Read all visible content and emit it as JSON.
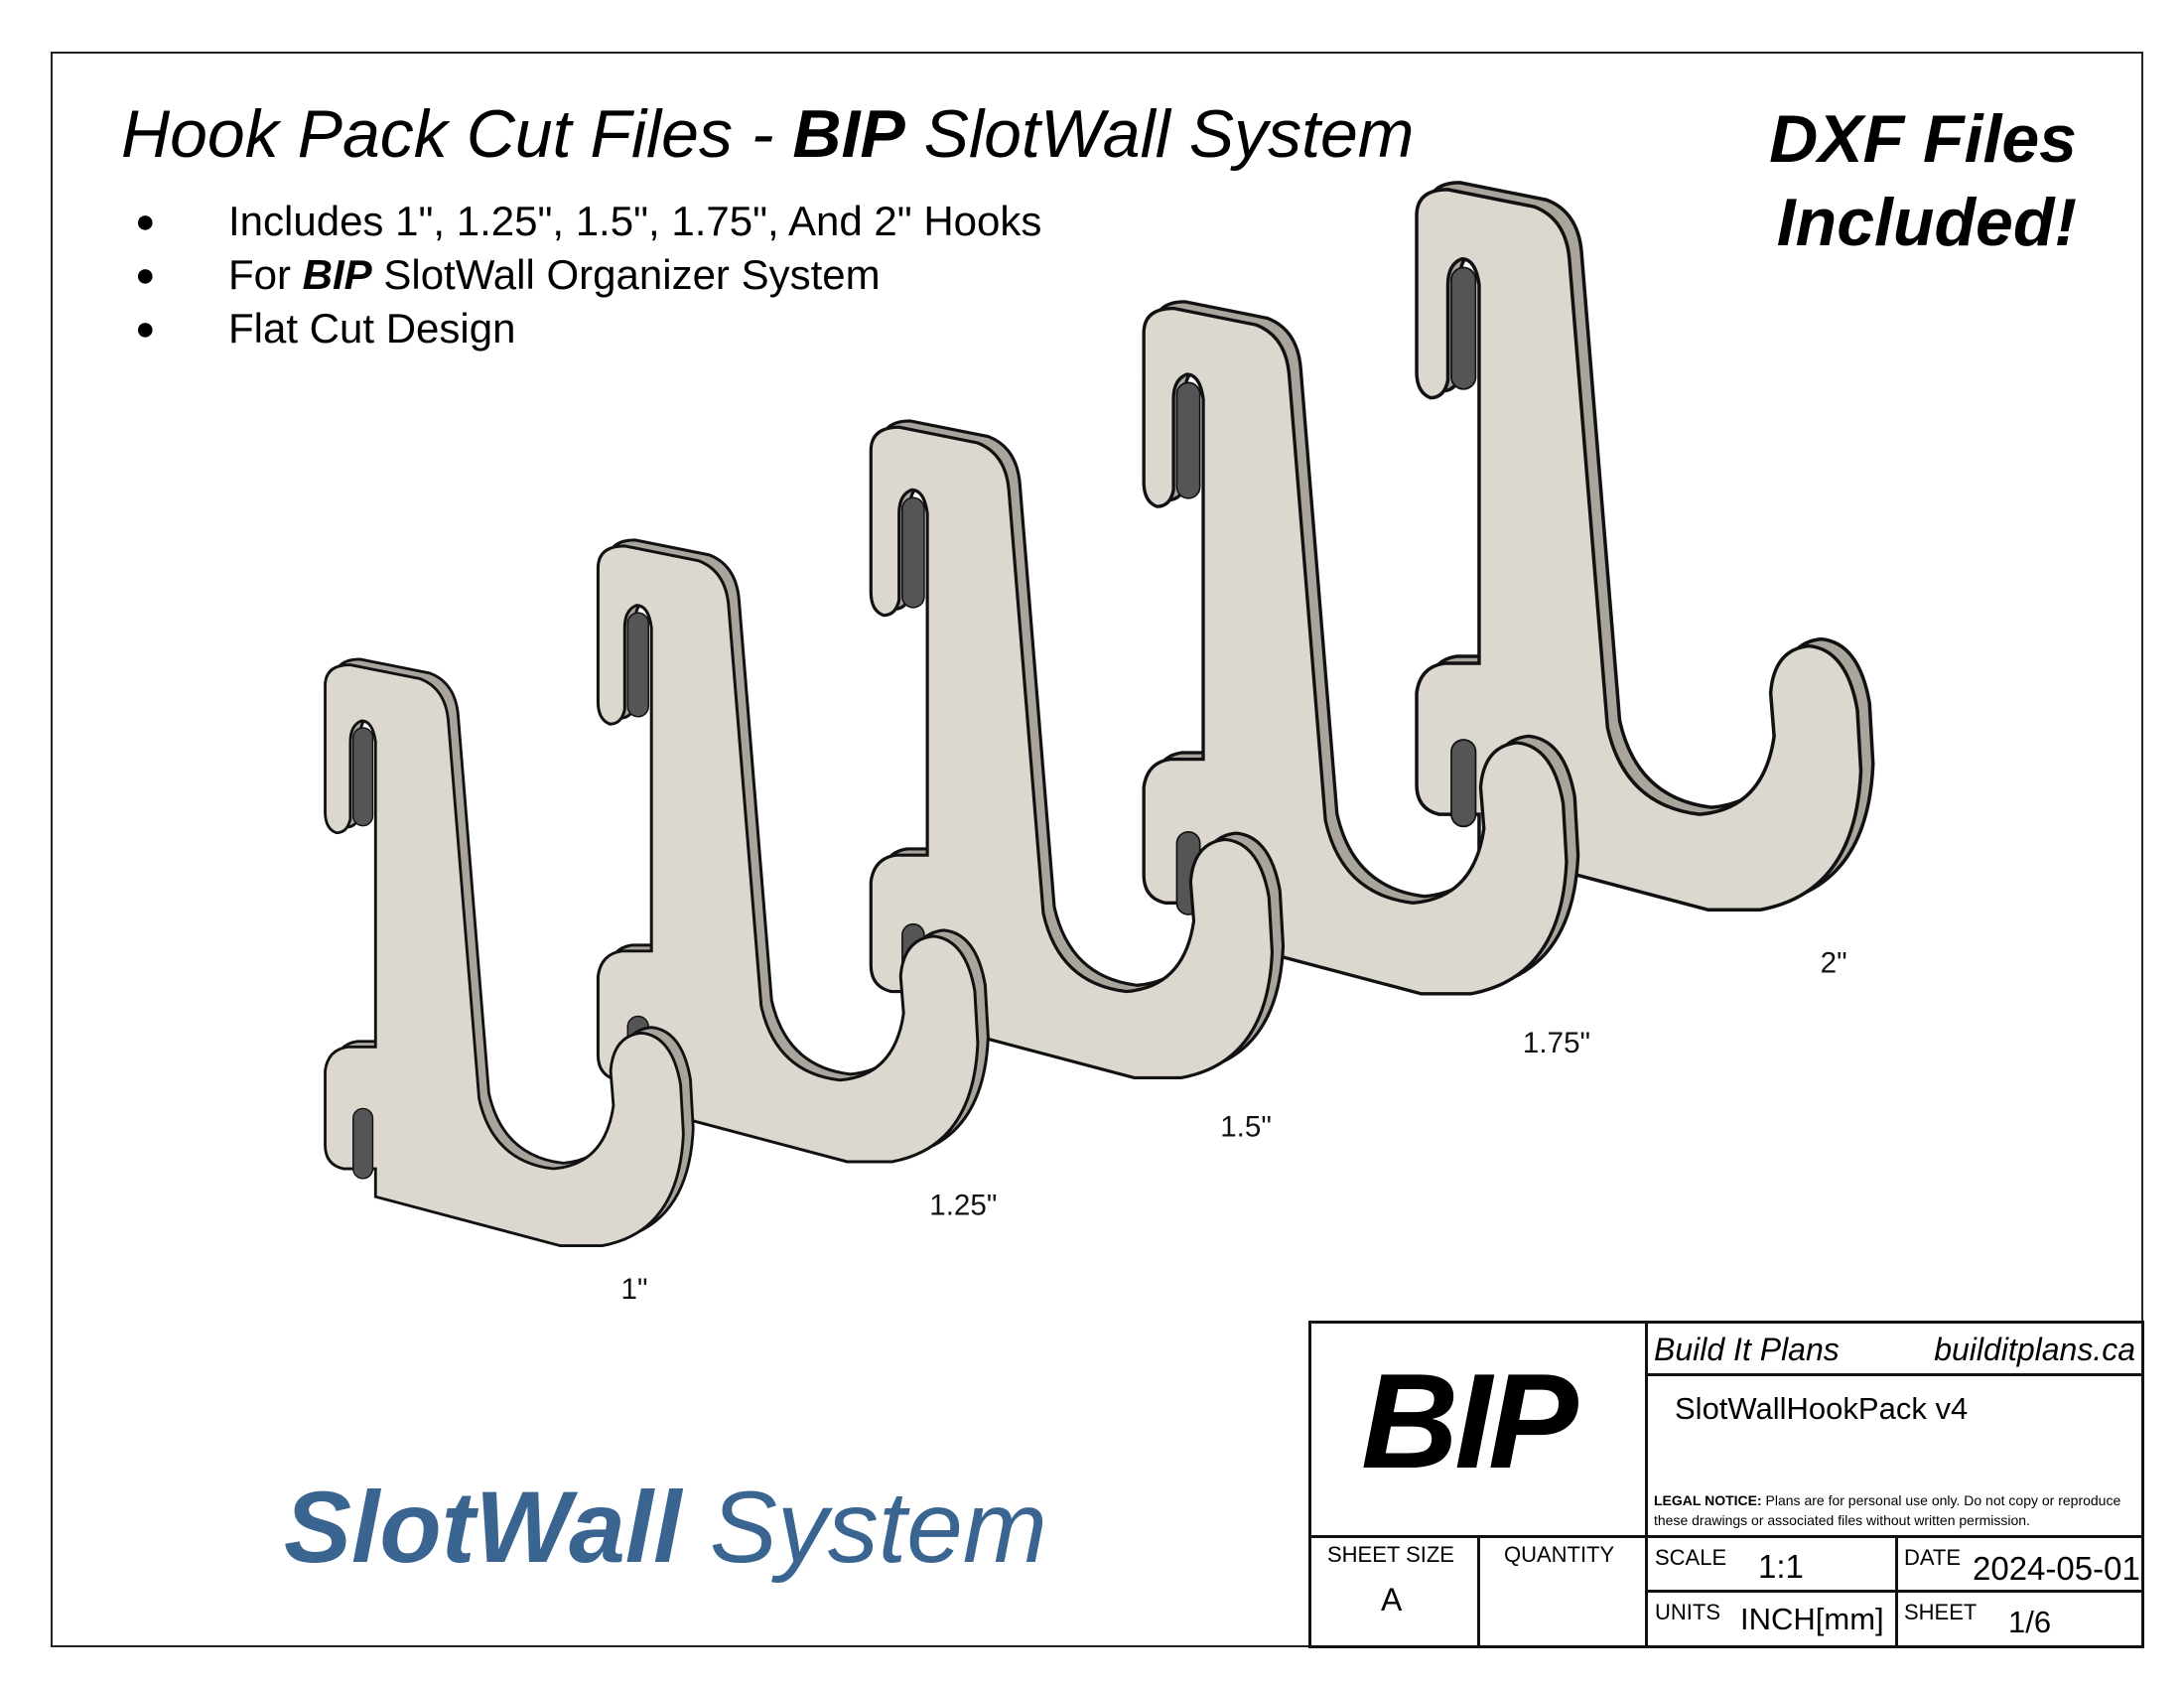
{
  "header": {
    "title_prefix": "Hook Pack Cut Files - ",
    "title_bold": "BIP",
    "title_suffix": " SlotWall System"
  },
  "bullets": [
    {
      "text": "Includes 1\", 1.25\", 1.5\", 1.75\", And 2\" Hooks"
    },
    {
      "prefix": "For ",
      "bold": "BIP",
      "suffix": " SlotWall Organizer System"
    },
    {
      "text": "Flat Cut Design"
    }
  ],
  "callout": {
    "line1": "DXF Files",
    "line2": "Included!"
  },
  "brand": {
    "bold": "SlotWall",
    "rest": " System",
    "color": "#3a6591"
  },
  "hooks": [
    {
      "label": "1\""
    },
    {
      "label": "1.25\""
    },
    {
      "label": "1.5\""
    },
    {
      "label": "1.75\""
    },
    {
      "label": "2\""
    }
  ],
  "colors": {
    "hook_face": "#dcd8cf",
    "hook_edge": "#a9a59c"
  },
  "title_block": {
    "logo": "BIP",
    "company": "Build It Plans",
    "website": "builditplans.ca",
    "drawing_name": "SlotWallHookPack v4",
    "legal_label": "LEGAL NOTICE:",
    "legal_text": " Plans are for personal use only. Do not copy or reproduce these drawings or associated files without written permission.",
    "sheet_size_label": "SHEET SIZE",
    "sheet_size": "A",
    "quantity_label": "QUANTITY",
    "scale_label": "SCALE",
    "scale": "1:1",
    "date_label": "DATE",
    "date": "2024-05-01",
    "units_label": "UNITS",
    "units": "INCH[mm]",
    "sheet_label": "SHEET",
    "sheet": "1/6"
  }
}
